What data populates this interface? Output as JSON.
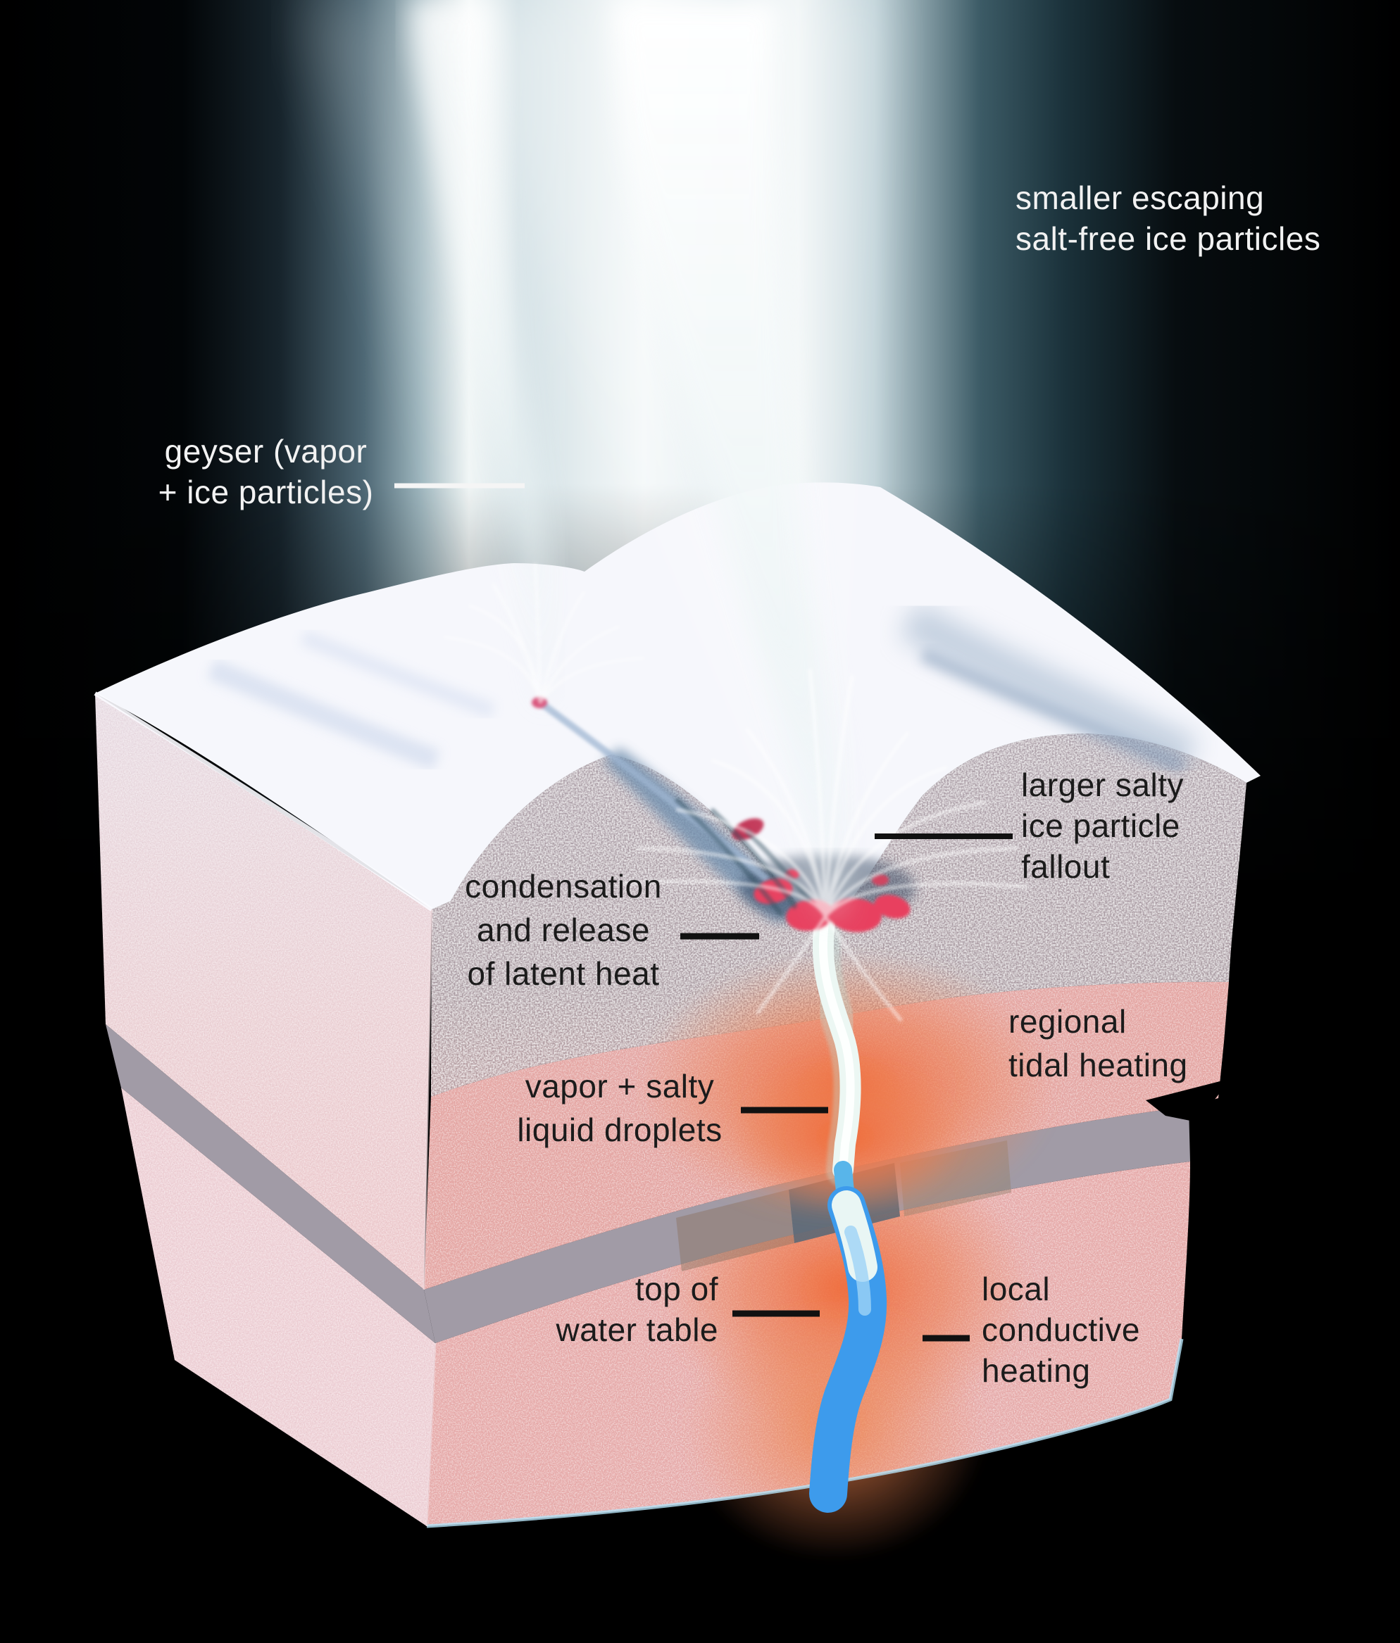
{
  "figure": {
    "kind": "cutaway illustration",
    "subject": "icy-moon geyser plumbing cross-section",
    "background": "#000000"
  },
  "labels": {
    "smaller_escaping": "smaller escaping\nsalt-free ice particles",
    "geyser": "geyser (vapor\n+ ice particles)",
    "larger_salty": "larger salty\nice particle\nfallout",
    "condensation": "condensation\nand release\nof latent heat",
    "regional_tidal": "regional\ntidal heating",
    "vapor_salty": "vapor + salty\nliquid droplets",
    "top_of_water_table": "top of\nwater table",
    "local_conductive": "local\nconductive\nheating"
  },
  "colors": {
    "background": "#000000",
    "plume_white": "#f2f8f9",
    "sky_glow_blue": "#9db5bd",
    "snow_white": "#f6f7fc",
    "cold_ice_gray": "#b4a8b0",
    "warm_ice_pink": "#e5a6a3",
    "left_face_pink": "#ecd2d8",
    "rift_gray": "#a19ba6",
    "heat_orange": "#f06a38",
    "water_blue": "#3d9bec",
    "vent_red": "#e8415f",
    "label_dark": "#1b1b1b",
    "label_light": "#f2f2f2"
  }
}
